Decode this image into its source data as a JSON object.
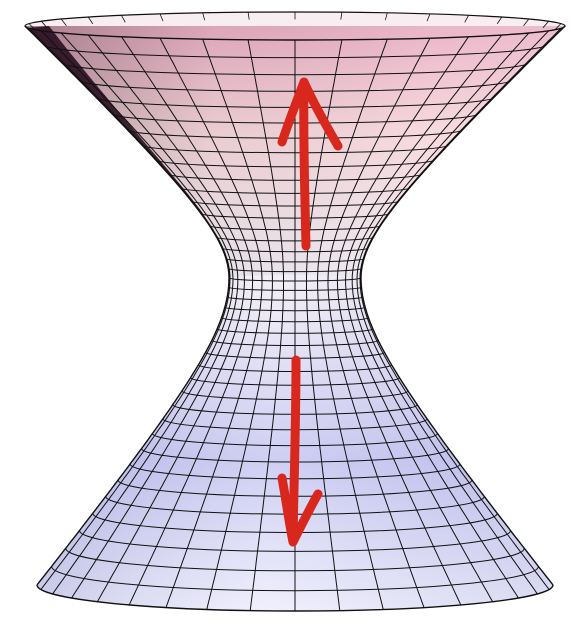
{
  "figure": {
    "subject": "hyperboloid-of-one-sheet",
    "colors": {
      "background": "#ffffff",
      "surface_top": "#e7a9c0",
      "surface_top_light": "#f6d7dc",
      "surface_neck": "#f3eef6",
      "surface_bottom": "#c9c9f2",
      "surface_bottom_light": "#eeeefc",
      "interior_shadow": "#2a1020",
      "mesh": "#111111",
      "arrow": "#d8281e"
    },
    "arrows": [
      {
        "name": "upward-arrow",
        "direction": "up"
      },
      {
        "name": "downward-arrow",
        "direction": "down"
      }
    ]
  }
}
